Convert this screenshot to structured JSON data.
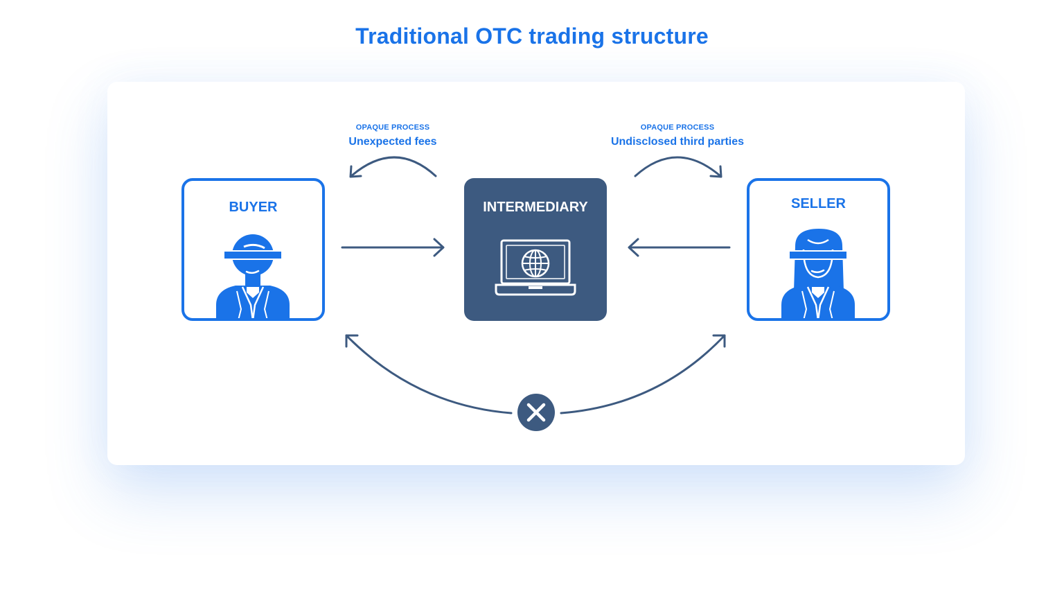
{
  "title": "Traditional OTC trading structure",
  "left_annotation": {
    "caption": "OPAQUE PROCESS",
    "text": "Unexpected fees"
  },
  "right_annotation": {
    "caption": "OPAQUE PROCESS",
    "text": "Undisclosed third parties"
  },
  "buyer": {
    "label": "BUYER"
  },
  "intermediary": {
    "label": "INTERMEDIARY"
  },
  "seller": {
    "label": "SELLER"
  },
  "colors": {
    "accent": "#1a73e8",
    "dark": "#3d5a80",
    "white": "#ffffff"
  }
}
